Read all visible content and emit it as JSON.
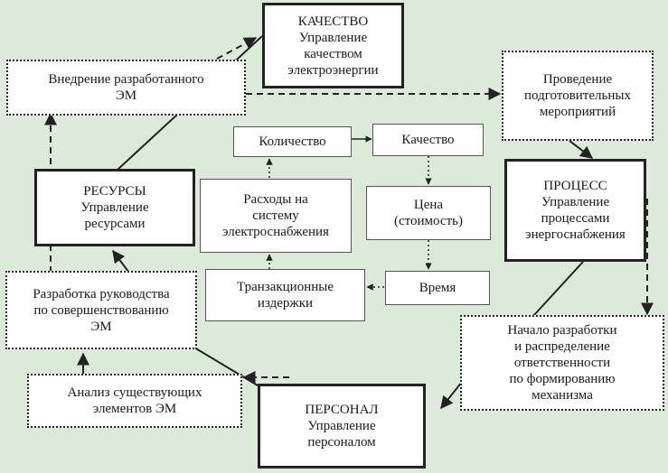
{
  "nodes": {
    "quality": [
      "КАЧЕСТВО",
      "Управление",
      "качеством",
      "электроэнергии"
    ],
    "resources": [
      "РЕСУРСЫ",
      "Управление",
      "ресурсами"
    ],
    "process": [
      "ПРОЦЕСС",
      "Управление",
      "процессами",
      "энергоснабжения"
    ],
    "personnel": [
      "ПЕРСОНАЛ",
      "Управление",
      "персоналом"
    ],
    "implementation": [
      "Внедрение разработанного",
      "ЭМ"
    ],
    "preparatory": [
      "Проведение",
      "подготовительных",
      "мероприятий"
    ],
    "start_dev": [
      "Начало разработки",
      "и распределение",
      "ответственности",
      "по формированию",
      "механизма"
    ],
    "analysis": [
      "Анализ существующих",
      "элементов ЭМ"
    ],
    "guide_dev": [
      "Разработка руководства",
      "по совершенствованию",
      "ЭМ"
    ],
    "quantity": [
      "Количество"
    ],
    "quality_inner": [
      "Качество"
    ],
    "price": [
      "Цена",
      "(стоимость)"
    ],
    "time": [
      "Время"
    ],
    "transaction": [
      "Транзакционные",
      "издержки"
    ],
    "expenses": [
      "Расходы на",
      "систему",
      "электроснабжения"
    ]
  }
}
